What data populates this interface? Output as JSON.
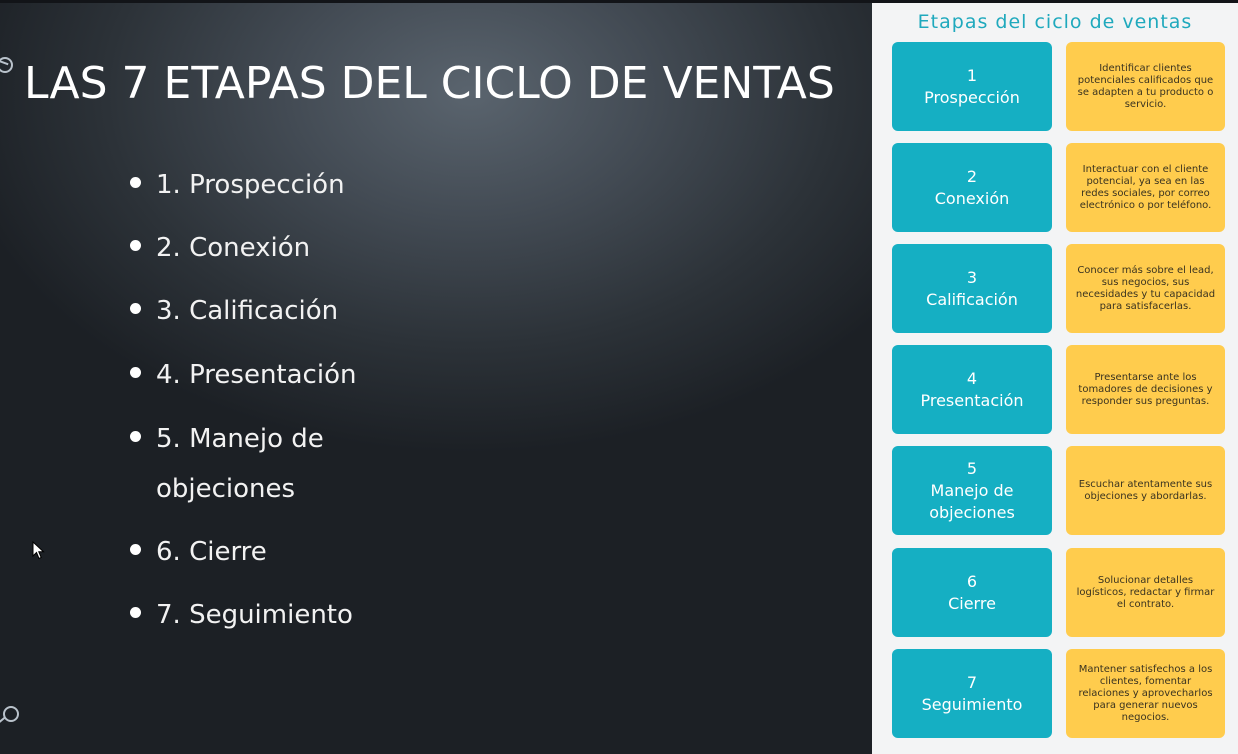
{
  "slide": {
    "title": "LAS 7 ETAPAS DEL CICLO DE VENTAS",
    "bullets": [
      "1. Prospección",
      "2. Conexión",
      "3. Calificación",
      "4. Presentación",
      "5. Manejo de objeciones",
      "6. Cierre",
      "7. Seguimiento"
    ]
  },
  "panel": {
    "title": "Etapas del ciclo de ventas",
    "stages": [
      {
        "number": "1",
        "name": "Prospección",
        "description": "Identificar clientes potenciales calificados que se adapten a tu producto o servicio."
      },
      {
        "number": "2",
        "name": "Conexión",
        "description": "Interactuar con el cliente potencial, ya sea en las redes sociales, por correo electrónico o por teléfono."
      },
      {
        "number": "3",
        "name": "Calificación",
        "description": "Conocer más sobre el lead, sus negocios, sus necesidades y tu capacidad para satisfacerlas."
      },
      {
        "number": "4",
        "name": "Presentación",
        "description": "Presentarse ante los tomadores de decisiones y responder sus preguntas."
      },
      {
        "number": "5",
        "name": "Manejo de objeciones",
        "description": "Escuchar atentamente sus objeciones y abordarlas."
      },
      {
        "number": "6",
        "name": "Cierre",
        "description": "Solucionar detalles logísticos, redactar y firmar el contrato."
      },
      {
        "number": "7",
        "name": "Seguimiento",
        "description": "Mantener satisfechos a los clientes, fomentar relaciones y aprovecharlos para generar nuevos negocios."
      }
    ]
  },
  "colors": {
    "teal": "#15afc3",
    "yellow": "#ffcc4d",
    "title_teal": "#1fa9bd"
  },
  "icons": [
    "mouse-cursor-icon",
    "decorative-circle-icon"
  ]
}
